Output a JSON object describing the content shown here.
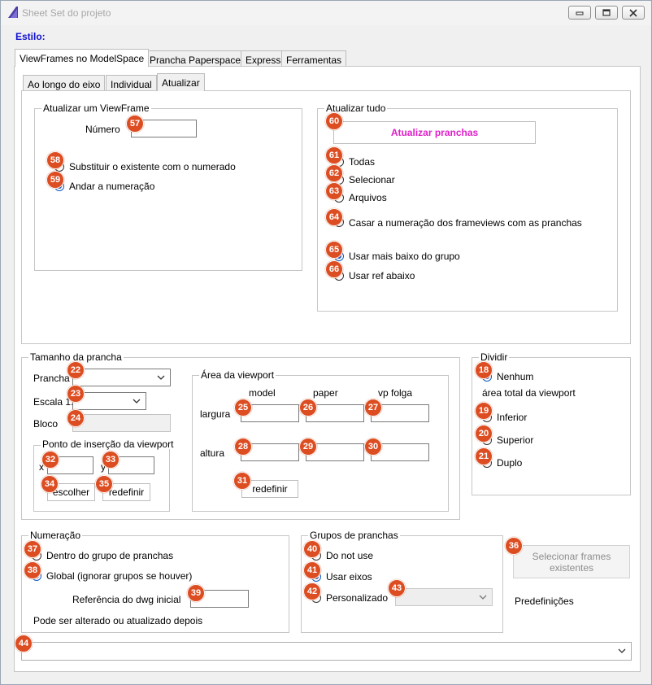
{
  "window": {
    "title": "Sheet Set do projeto"
  },
  "style_label": "Estilo:",
  "main_tabs": [
    "ViewFrames no ModelSpace",
    "Prancha Paperspace",
    "Express",
    "Ferramentas"
  ],
  "sub_tabs": [
    "Ao longo do eixo",
    "Individual",
    "Atualizar"
  ],
  "update_one": {
    "title": "Atualizar um ViewFrame",
    "number_label": "Número",
    "number_value": "",
    "opt_replace": "Substituir o existente com o numerado",
    "opt_walk": "Andar a numeração"
  },
  "update_all": {
    "title": "Atualizar tudo",
    "update_button": "Atualizar pranchas",
    "opt_all": "Todas",
    "opt_select": "Selecionar",
    "opt_files": "Arquivos",
    "opt_match": "Casar a numeração dos frameviews com as pranchas",
    "opt_lowest": "Usar mais baixo do grupo",
    "opt_ref": "Usar ref abaixo"
  },
  "sheet_size": {
    "title": "Tamanho da prancha",
    "sheet_label": "Prancha",
    "scale_label": "Escala 1:",
    "block_label": "Bloco",
    "insertion_title": "Ponto de inserção da viewport",
    "x_label": "x",
    "y_label": "y",
    "pick_button": "escolher",
    "reset_button": "redefinir"
  },
  "viewport_area": {
    "title": "Área da viewport",
    "col_model": "model",
    "col_paper": "paper",
    "col_vp": "vp folga",
    "width_label": "largura",
    "height_label": "altura",
    "reset_button": "redefinir"
  },
  "divide": {
    "title": "Dividir",
    "opt_none": "Nenhum",
    "subtitle": "área total da viewport",
    "opt_lower": "Inferior",
    "opt_upper": "Superior",
    "opt_double": "Duplo"
  },
  "numbering": {
    "title": "Numeração",
    "opt_within": "Dentro do grupo de pranchas",
    "opt_global": "Global (ignorar grupos se houver)",
    "ref_label": "Referência do dwg inicial",
    "note": "Pode ser alterado ou atualizado depois"
  },
  "sheet_groups": {
    "title": "Grupos de pranchas",
    "opt_none": "Do not use",
    "opt_axes": "Usar eixos",
    "opt_custom": "Personalizado"
  },
  "select_frames_button": "Selecionar frames existentes",
  "presets_label": "Predefinições",
  "badges": [
    "57",
    "58",
    "59",
    "60",
    "61",
    "62",
    "63",
    "64",
    "65",
    "66",
    "22",
    "23",
    "24",
    "25",
    "26",
    "27",
    "28",
    "29",
    "30",
    "31",
    "32",
    "33",
    "34",
    "35",
    "18",
    "19",
    "20",
    "21",
    "37",
    "38",
    "39",
    "40",
    "41",
    "42",
    "43",
    "36",
    "44"
  ],
  "colors": {
    "accent_magenta": "#e020c8",
    "badge": "#dd4d22",
    "style_blue": "#1010d0"
  }
}
